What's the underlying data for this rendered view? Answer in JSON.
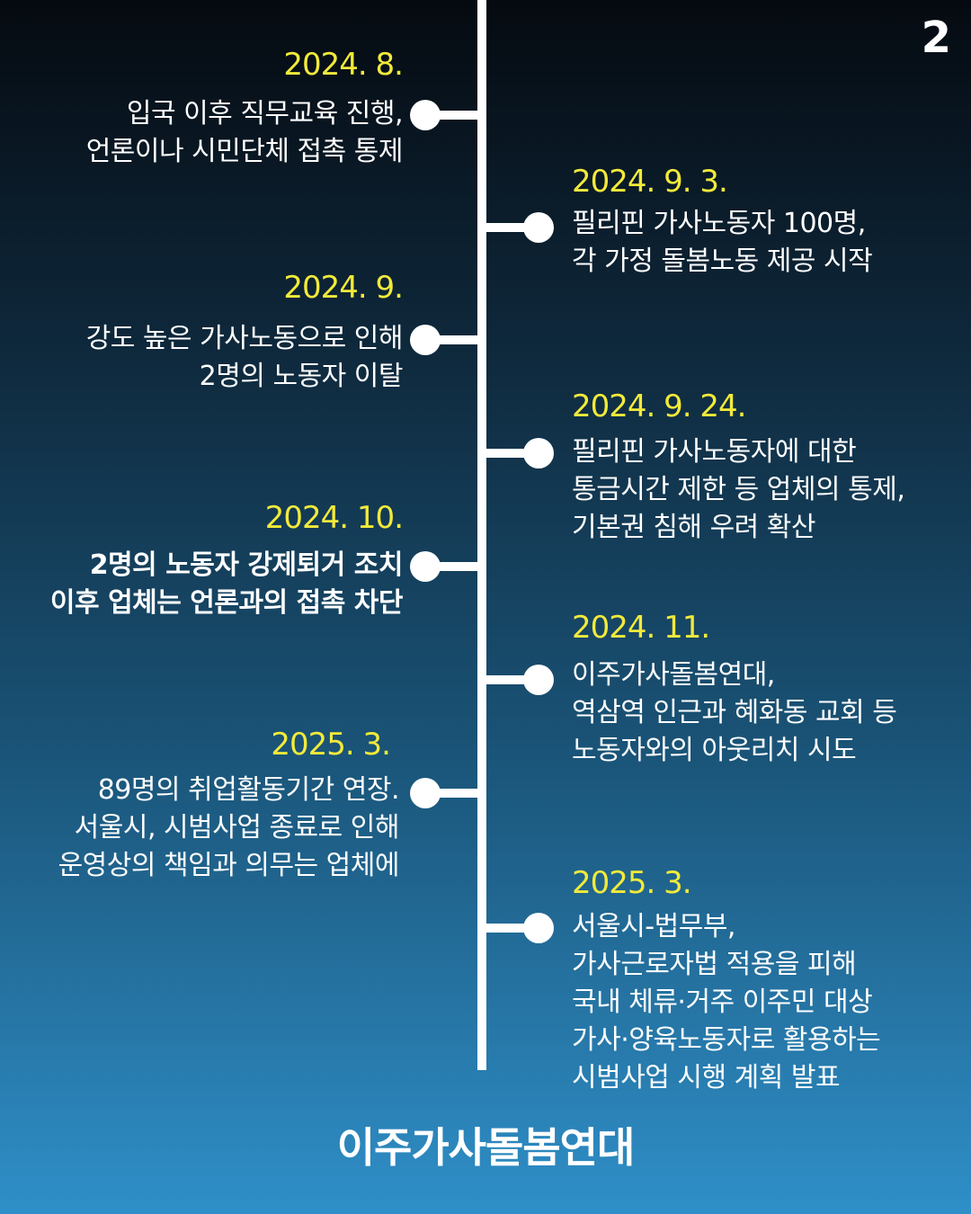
{
  "page_number": "2",
  "events": [
    {
      "date": "2024. 8.",
      "lines": [
        "입국 이후 직무교육 진행,",
        "언론이나 시민단체 접촉 통제"
      ]
    },
    {
      "date": "2024. 9. 3.",
      "lines": [
        "필리핀 가사노동자 100명,",
        "각 가정 돌봄노동 제공 시작"
      ]
    },
    {
      "date": "2024. 9.",
      "lines": [
        "강도 높은 가사노동으로 인해",
        "2명의 노동자 이탈"
      ]
    },
    {
      "date": "2024. 9. 24.",
      "lines": [
        "필리핀 가사노동자에 대한",
        "통금시간 제한 등 업체의 통제,",
        "기본권 침해 우려 확산"
      ]
    },
    {
      "date": "2024. 10.",
      "lines": [
        "2명의 노동자 강제퇴거 조치",
        "이후 업체는 언론과의 접촉 차단"
      ]
    },
    {
      "date": "2024. 11.",
      "lines": [
        "이주가사돌봄연대,",
        "역삼역 인근과 혜화동 교회 등",
        "노동자와의 아웃리치 시도"
      ]
    },
    {
      "date": "2025. 3.",
      "lines": [
        "89명의 취업활동기간 연장.",
        "서울시, 시범사업 종료로 인해",
        "운영상의 책임과 의무는 업체에"
      ]
    },
    {
      "date": "2025. 3.",
      "lines": [
        "서울시-법무부,",
        "가사근로자법 적용을 피해",
        "국내 체류·거주 이주민 대상",
        "가사·양육노동자로 활용하는",
        "시범사업 시행 계획 발표"
      ]
    }
  ],
  "footer": "이주가사돌봄연대",
  "colors": {
    "date": "#f2ea3a",
    "text": "#ffffff",
    "background_top": "#050a10",
    "background_bottom": "#2f8fc8"
  }
}
